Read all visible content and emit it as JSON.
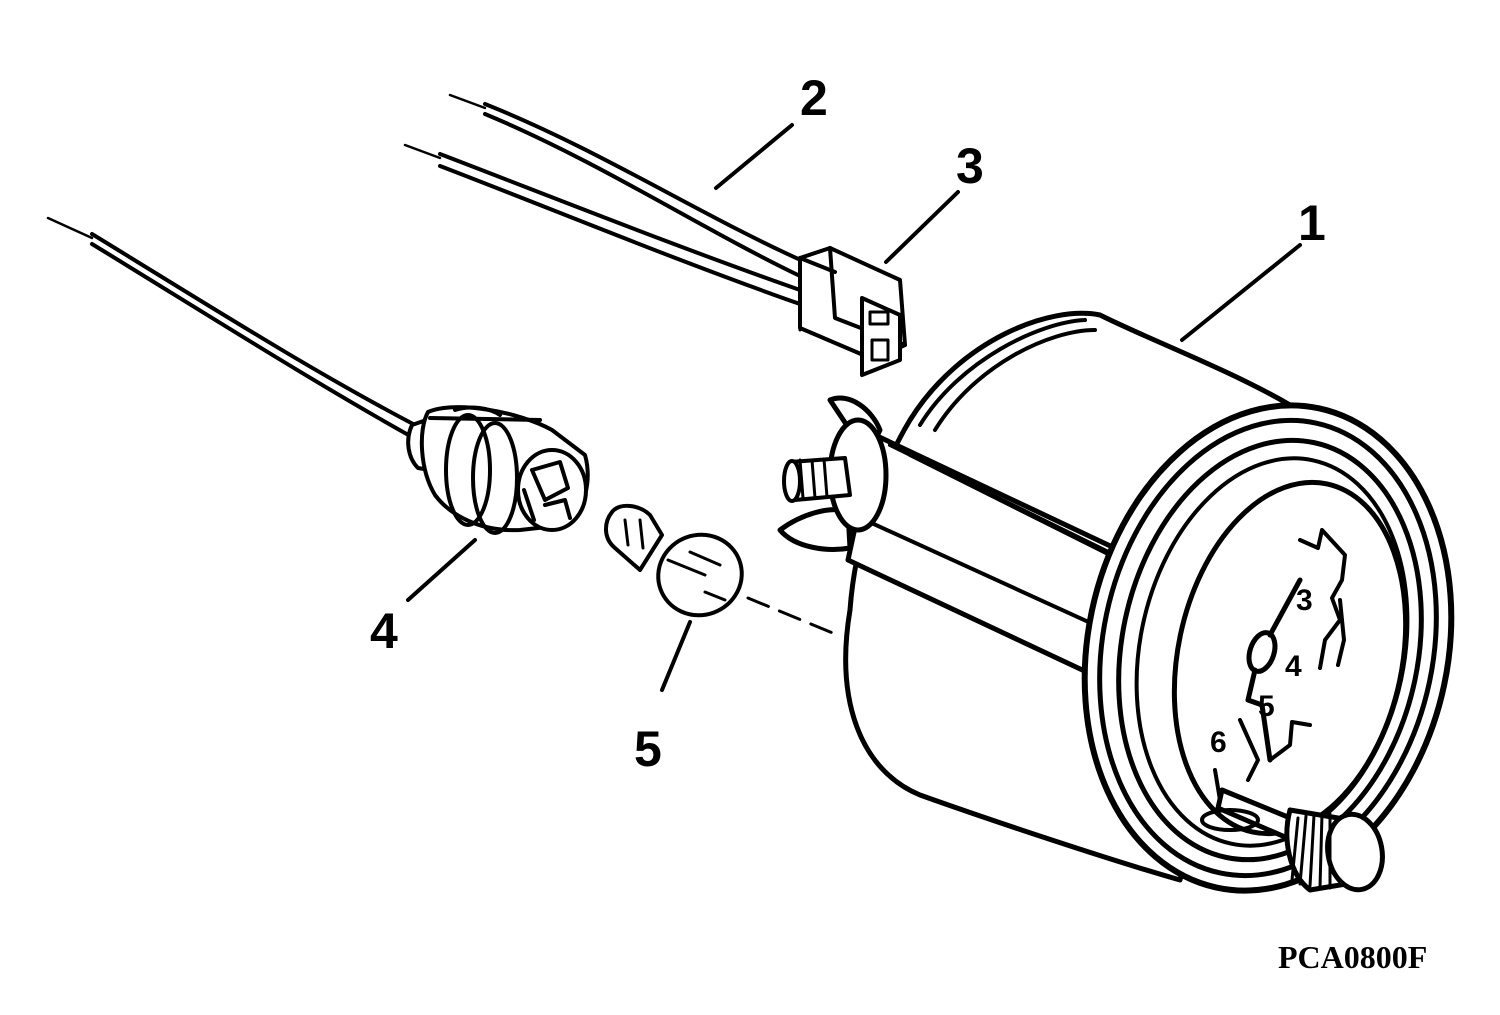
{
  "callouts": {
    "c1": "1",
    "c2": "2",
    "c3": "3",
    "c4": "4",
    "c5": "5"
  },
  "dial_numbers": {
    "n3": "3",
    "n4": "4",
    "n5": "5",
    "n6": "6"
  },
  "figure_code": "PCA0800F",
  "colors": {
    "ink": "#000000",
    "paper": "#ffffff"
  }
}
